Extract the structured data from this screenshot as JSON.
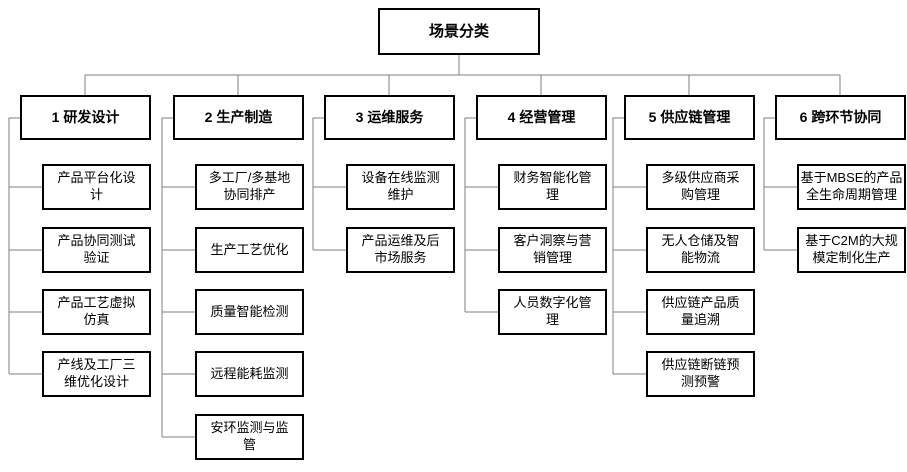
{
  "diagram": {
    "root": {
      "label": "场景分类"
    },
    "branches": [
      {
        "label": "1 研发设计",
        "children": [
          "产品平台化设\n计",
          "产品协同测试\n验证",
          "产品工艺虚拟\n仿真",
          "产线及工厂三\n维优化设计"
        ]
      },
      {
        "label": "2 生产制造",
        "children": [
          "多工厂/多基地\n协同排产",
          "生产工艺优化",
          "质量智能检测",
          "远程能耗监测",
          "安环监测与监\n管"
        ]
      },
      {
        "label": "3 运维服务",
        "children": [
          "设备在线监测\n维护",
          "产品运维及后\n市场服务"
        ]
      },
      {
        "label": "4 经营管理",
        "children": [
          "财务智能化管\n理",
          "客户洞察与营\n销管理",
          "人员数字化管\n理"
        ]
      },
      {
        "label": "5 供应链管理",
        "children": [
          "多级供应商采\n购管理",
          "无人仓储及智\n能物流",
          "供应链产品质\n量追溯",
          "供应链断链预\n测预警"
        ]
      },
      {
        "label": "6 跨环节协同",
        "children": [
          "基于MBSE的产品\n全生命周期管理",
          "基于C2M的大规\n模定制化生产"
        ]
      }
    ],
    "colors": {
      "box_border": "#000000",
      "connector": "#7f7f7f",
      "background": "#ffffff",
      "text": "#000000"
    }
  }
}
